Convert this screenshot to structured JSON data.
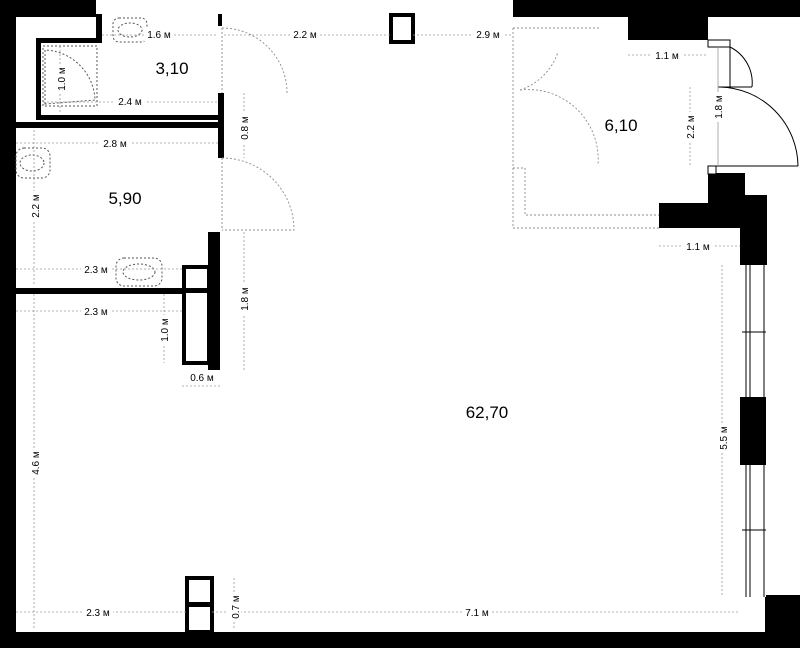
{
  "rooms": {
    "bathroom_small": {
      "area": "3,10"
    },
    "bathroom_large": {
      "area": "5,90"
    },
    "wardrobe": {
      "area": "6,10"
    },
    "main_room": {
      "area": "62,70"
    }
  },
  "dimensions": {
    "d_1_6": "1.6 м",
    "d_2_2_top": "2.2 м",
    "d_2_9": "2.9 м",
    "d_1_1_top": "1.1 м",
    "d_1_0_bath": "1.0 м",
    "d_2_4": "2.4 м",
    "d_0_8": "0.8 м",
    "d_2_8": "2.8 м",
    "d_2_2_ward": "2.2 м",
    "d_1_8_door": "1.8 м",
    "d_2_2_left": "2.2 м",
    "d_1_1_mid": "1.1 м",
    "d_2_3_a": "2.3 м",
    "d_2_3_b": "2.3 м",
    "d_1_8_vert": "1.8 м",
    "d_1_0_col": "1.0 м",
    "d_0_6": "0.6 м",
    "d_4_6": "4.6 м",
    "d_5_5": "5.5 м",
    "d_2_3_bottom": "2.3 м",
    "d_0_7": "0.7 м",
    "d_7_1": "7.1 м"
  }
}
